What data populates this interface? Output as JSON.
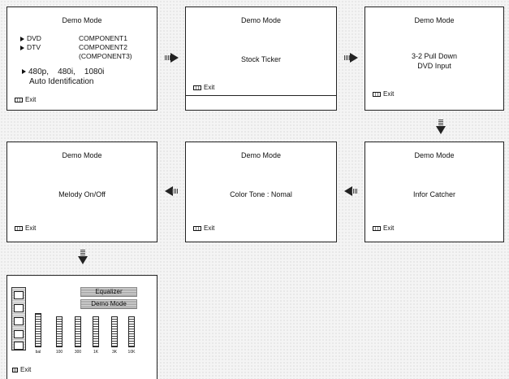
{
  "panels": {
    "p1": {
      "title": "Demo Mode",
      "left_items": [
        "DVD",
        "DTV"
      ],
      "right_items": [
        "COMPONENT1",
        "COMPONENT2",
        "(COMPONENT3)"
      ],
      "resolutions": "480p,    480i,    1080i",
      "auto_identification": "Auto Identification",
      "exit": "Exit"
    },
    "p2": {
      "title": "Demo Mode",
      "text": "Stock Ticker",
      "exit": "Exit"
    },
    "p3": {
      "title": "Demo Mode",
      "text1": "3-2 Pull Down",
      "text2": "DVD Input",
      "exit": "Exit"
    },
    "p4": {
      "title": "Demo Mode",
      "text": "Infor Catcher",
      "exit": "Exit"
    },
    "p5": {
      "title": "Demo Mode",
      "text": "Color Tone : Nomal",
      "exit": "Exit"
    },
    "p6": {
      "title": "Demo Mode",
      "text": "Melody On/Off",
      "exit": "Exit"
    },
    "p7": {
      "badge_equalizer": "Equalizer",
      "badge_demo": "Demo Mode",
      "bands": [
        "bal",
        "100",
        "300",
        "1K",
        "3K",
        "10K"
      ],
      "exit": "Exit"
    }
  },
  "icons": [
    "exit-icon",
    "arrow-right-icon",
    "arrow-down-icon",
    "arrow-left-icon"
  ]
}
